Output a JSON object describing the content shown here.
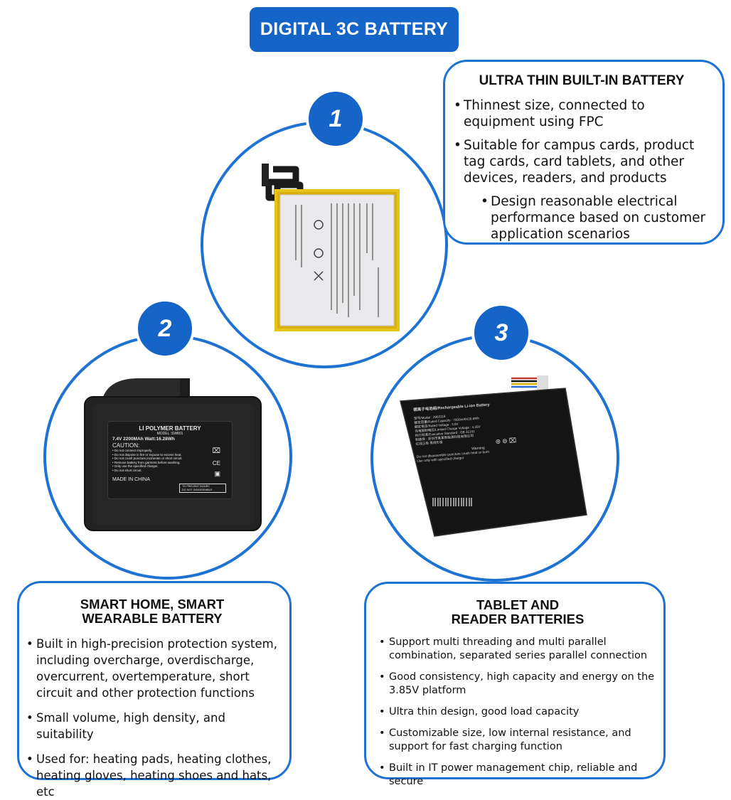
{
  "header": {
    "title": "DIGITAL 3C BATTERY"
  },
  "badges": {
    "one": "1",
    "two": "2",
    "three": "3"
  },
  "colors": {
    "accent": "#1565c8",
    "ring": "#1e72d2"
  },
  "card_ultra_thin": {
    "title": "ULTRA THIN BUILT-IN BATTERY",
    "items": [
      "Thinnest size, connected to equipment using FPC",
      "Suitable for campus cards, product tag cards, card tablets, and other devices, readers, and products",
      "Design reasonable electrical performance based on customer application scenarios"
    ]
  },
  "card_smart_home": {
    "title_line1": "SMART HOME, SMART",
    "title_line2": "WEARABLE BATTERY",
    "items": [
      "Built in high-precision protection system, including overcharge, overdischarge, overcurrent, overtemperature, short circuit and other protection functions",
      "Small volume, high density, and suitability",
      "Used for: heating pads, heating clothes, heating gloves, heating shoes and hats, etc"
    ]
  },
  "card_tablet": {
    "title_line1": "TABLET AND",
    "title_line2": "READER BATTERIES",
    "items": [
      "Support multi threading and multi parallel combination, separated series parallel connection",
      "Good consistency, high capacity and energy on the 3.85V platform",
      "Ultra thin design, good load capacity",
      "Customizable size, low internal resistance, and support for fast charging function",
      "Built in IT power management chip, reliable and secure"
    ]
  },
  "battery2_label": {
    "heading": "LI POLYMER  BATTERY",
    "model": "MODEL :SW801",
    "rating": "7.4V 2200MAh Watt:16.28Wh",
    "caution": "CAUTION:",
    "lines": [
      "• Do not connect improperly.",
      "• Do not  dispose in fire or expose to excess heat.",
      "• Do not crush puncture,incinerate or short circuit.",
      "• Remove battery from garment before washing.",
      "• Only use the specified charger.",
      "• Do not short circuit."
    ],
    "origin": "MADE IN CHINA",
    "warning_line1": "TO PREVENT INJURY",
    "warning_line2": "DO NOT DISASSEMBLE"
  },
  "battery3_label": {
    "heading": "锂离子电池组/Rechargeable Li-ion Battery",
    "lines": [
      "型号/Model : 2963118",
      "额定容量/Rated Capacity : 7000mAh/26.6Wh",
      "额定电压/Rated Voltage : 3.8V",
      "充电限制电压/Limited Charge Voltage : 4.35V",
      "执行标准/Executive Standard : GB 31241",
      "制造商 : 深圳市某某新能源科技有限公司",
      "红线正极    黑线负极"
    ],
    "warning": "Warning",
    "warn_lines": [
      "Do not disassemble puncture crush heat or burn",
      "Use only with specified  charger"
    ]
  }
}
